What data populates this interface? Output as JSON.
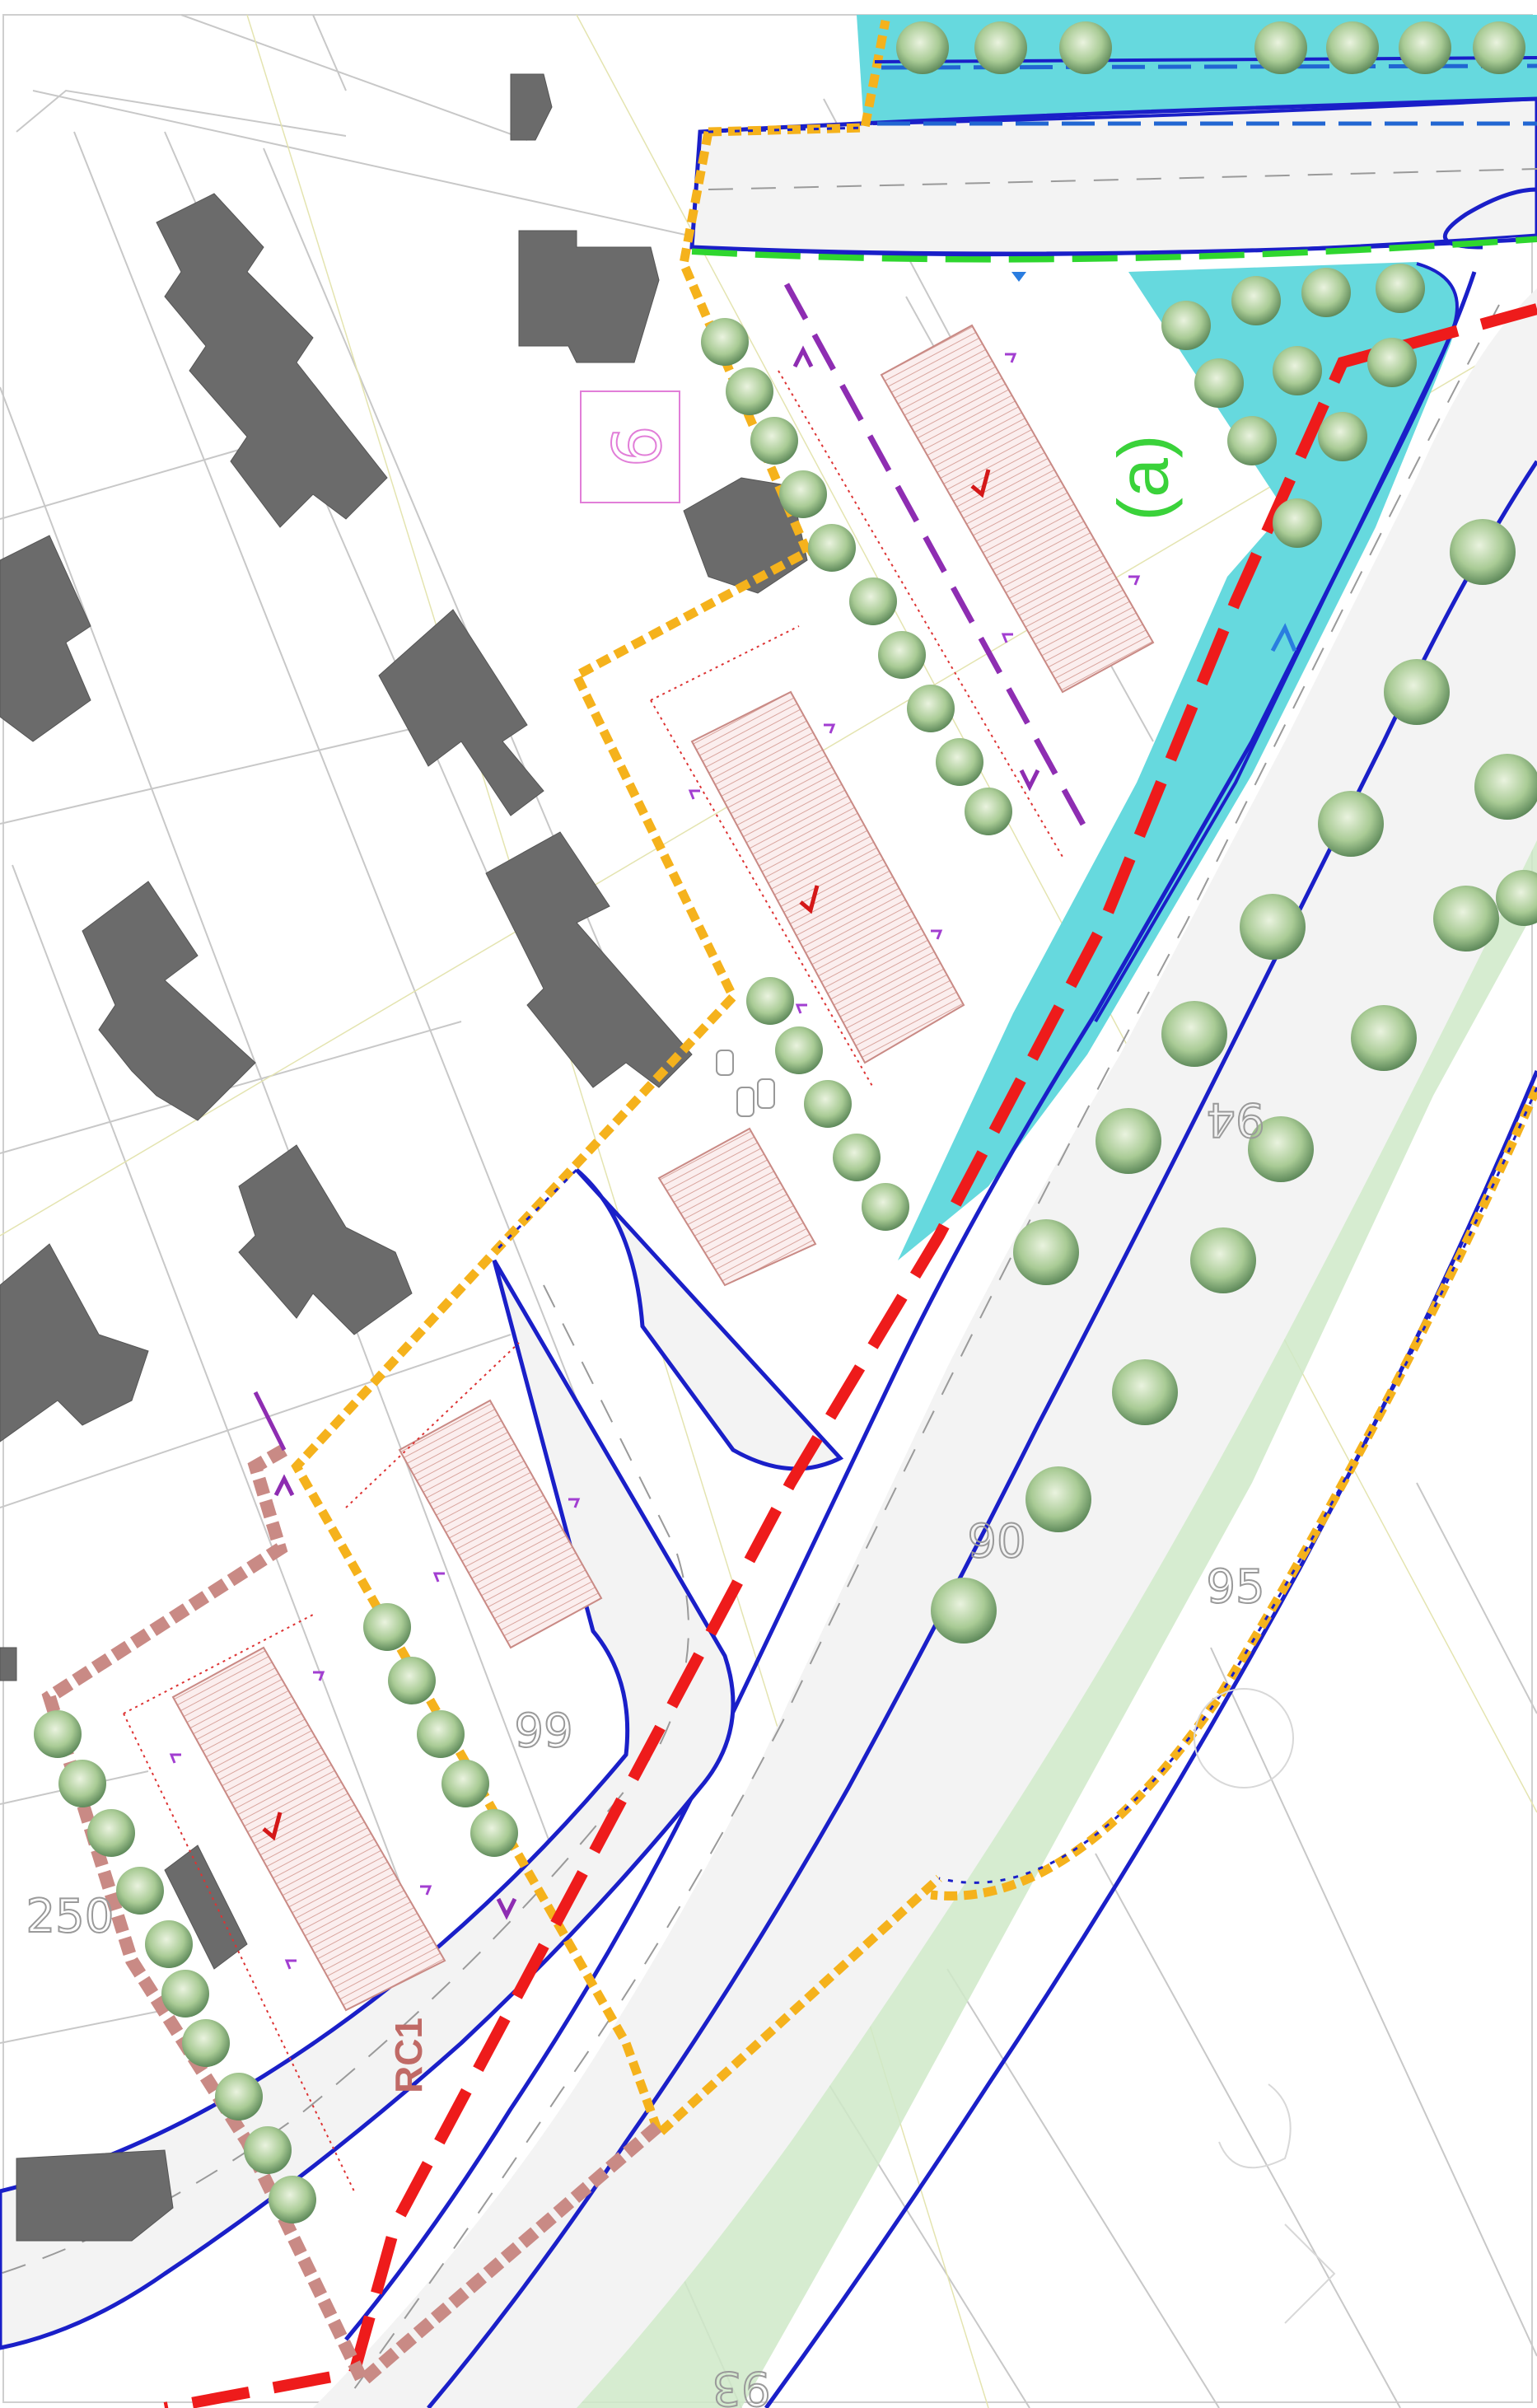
{
  "labels": {
    "area_a": "(a)",
    "area_rc1": "RC1",
    "lot_number": "9",
    "elev_94": "94",
    "elev_95": "95",
    "elev_90": "90",
    "elev_99": "99",
    "elev_250": "250",
    "elev_93": "93"
  },
  "colors": {
    "building": "#6b6b6b",
    "road": "#f4f4f4",
    "road_edge": "#1a1fc8",
    "water": "#66d9de",
    "green": "#cfe9c8",
    "tree": "#9fc392",
    "boundary_orange": "#f5b21c",
    "boundary_red": "#ee1b1b",
    "boundary_green": "#2fd62f",
    "boundary_purple": "#8e2db2",
    "boundary_rc1": "#c98a85",
    "parcel_line": "#c8c8c8",
    "plan_hatch": "#d9a59e",
    "text_green": "#3ad23a",
    "text_rc1": "#c06a66"
  }
}
